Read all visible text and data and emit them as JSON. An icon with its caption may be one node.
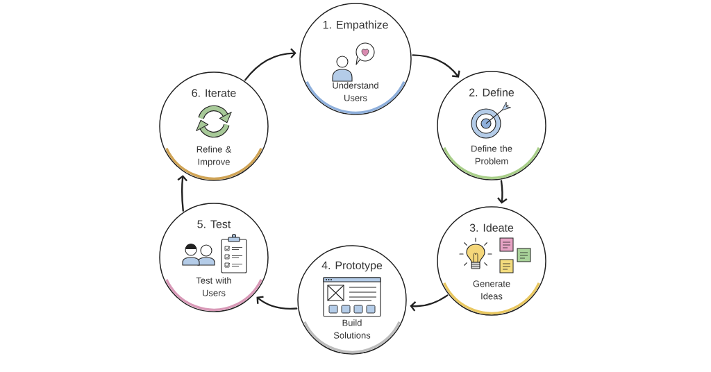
{
  "diagram": {
    "nodes": [
      {
        "text": [
          "1. Empathize",
          "Understand Users"
        ]
      },
      {
        "text": [
          "2. Define",
          "Define the Problem"
        ]
      },
      {
        "text": [
          "3. Ideate",
          "Generate Ideas"
        ]
      },
      {
        "text": [
          "4. Prototype",
          "Build Solutions"
        ]
      },
      {
        "text": [
          "5. Test",
          "Test with Users"
        ]
      },
      {
        "text": [
          "6. Iterate",
          "Refine & Improve"
        ]
      }
    ],
    "edges": [
      {
        "from": 0,
        "to": 1,
        "arrow": "to"
      },
      {
        "from": 1,
        "to": 2,
        "arrow": "to"
      },
      {
        "from": 2,
        "to": 3,
        "arrow": "to"
      },
      {
        "from": 3,
        "to": 4,
        "arrow": "to"
      },
      {
        "from": 4,
        "to": 5,
        "arrow": "to"
      },
      {
        "from": 5,
        "to": 0,
        "arrow": "to"
      }
    ]
  }
}
